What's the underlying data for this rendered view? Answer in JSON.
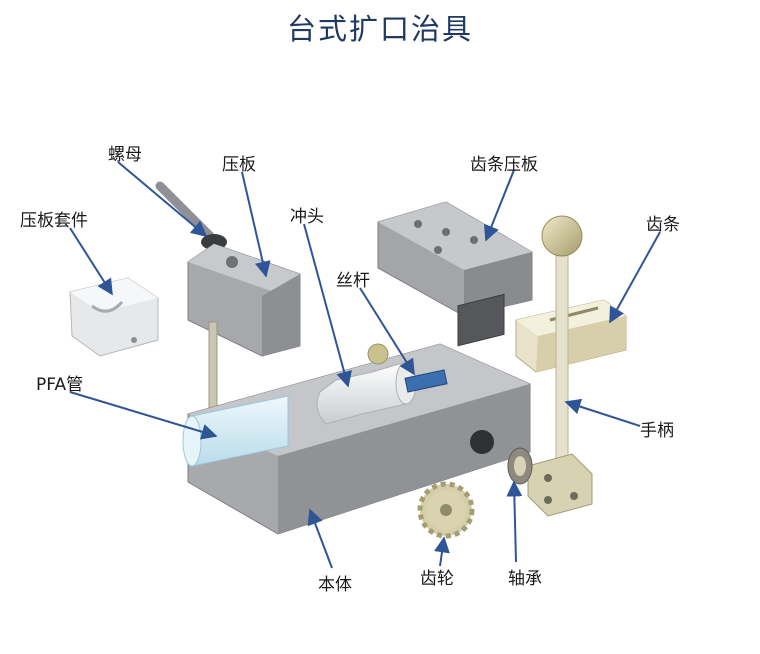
{
  "title": "台式扩口治具",
  "labels": {
    "nut": "螺母",
    "press_plate": "压板",
    "plate_kit": "压板套件",
    "punch": "冲头",
    "rack_press_plate": "齿条压板",
    "rack": "齿条",
    "screw_rod": "丝杆",
    "pfa_tube": "PFA管",
    "handle": "手柄",
    "body": "本体",
    "gear": "齿轮",
    "bearing": "轴承"
  },
  "colors": {
    "title": "#1f3864",
    "arrow": "#2f5597",
    "metal": "#a9abae",
    "metal_dark": "#7d7f83",
    "metal_light": "#cfd1d4",
    "brass": "#c6be92",
    "tube": "#d6ecf6",
    "white_part": "#eceeef"
  }
}
